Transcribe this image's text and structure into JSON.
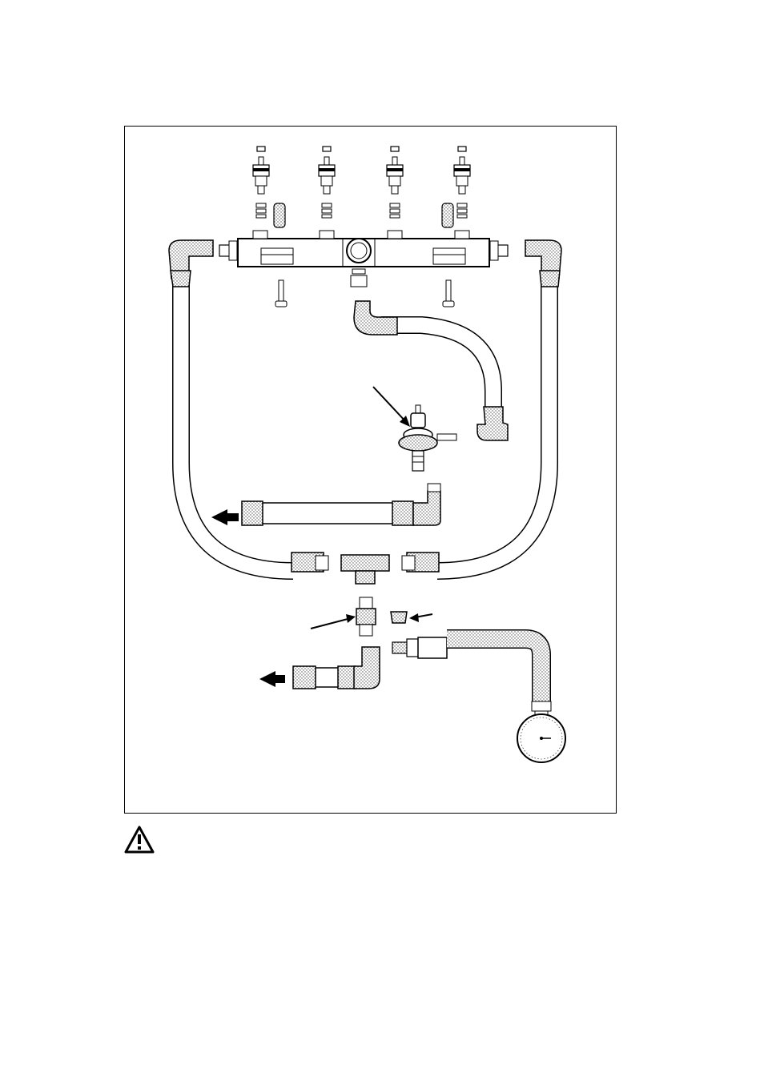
{
  "figure": {
    "description_visible_text": "",
    "components": [
      "fuel-injector",
      "fuel-rail",
      "fuel-pressure-regulator",
      "fuel-hose",
      "hose-elbow",
      "t-connector",
      "adapter-fitting",
      "plug",
      "pressure-gauge",
      "flow-direction-arrow",
      "pointer-arrow"
    ],
    "injector_count": 4
  },
  "warning": {
    "icon": "warning-triangle-icon",
    "text": ""
  },
  "colors": {
    "line": "#000000",
    "hose_fill": "#d9d9d9",
    "background": "#ffffff"
  }
}
